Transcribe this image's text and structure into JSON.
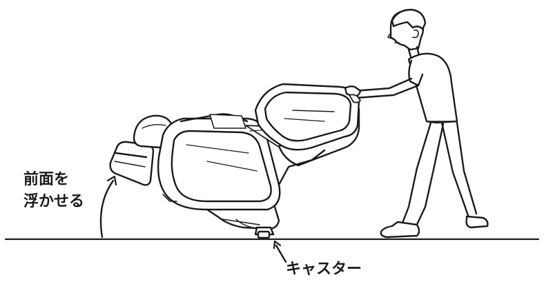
{
  "labels": {
    "lift_front_line1": "前面を",
    "lift_front_line2": "浮かせる",
    "caster": "キャスター"
  },
  "colors": {
    "line": "#1a1a1a",
    "background": "#ffffff"
  }
}
